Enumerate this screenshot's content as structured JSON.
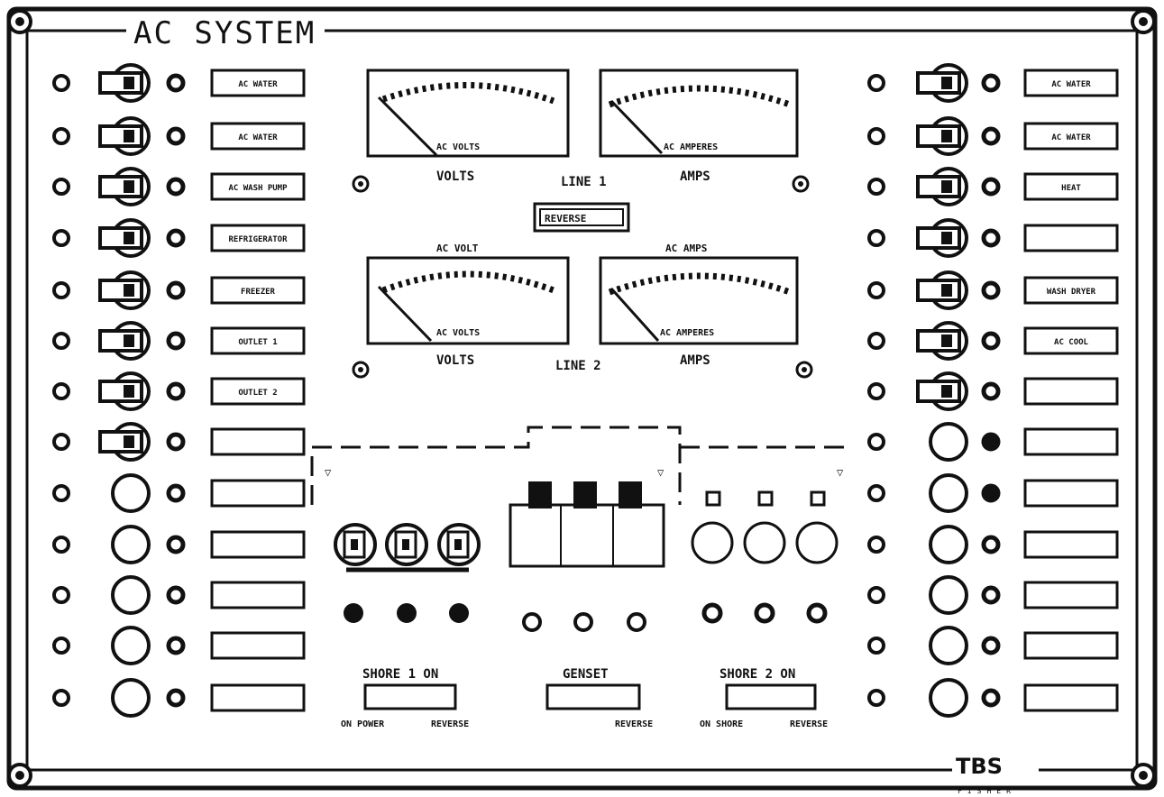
{
  "panel": {
    "title": "AC SYSTEM",
    "brand": "TBS",
    "brand_sub": "FISHER"
  },
  "meters": {
    "line1": {
      "label": "LINE 1",
      "volts": {
        "caption": "VOLTS",
        "face_text": "AC VOLTS"
      },
      "amps": {
        "caption": "AMPS",
        "face_text": "AC AMPERES"
      }
    },
    "line2": {
      "label": "LINE 2",
      "volts": {
        "caption": "VOLTS",
        "face_text": "AC VOLTS",
        "top_text": "AC VOLT"
      },
      "amps": {
        "caption": "AMPS",
        "face_text": "AC AMPERES",
        "top_text": "AC AMPS"
      }
    },
    "meter_select_label": "REVERSE"
  },
  "breakers_left": [
    {
      "label": "AC WATER"
    },
    {
      "label": "AC WATER"
    },
    {
      "label": "AC WASH PUMP"
    },
    {
      "label": "REFRIGERATOR"
    },
    {
      "label": "FREEZER"
    },
    {
      "label": "OUTLET 1"
    },
    {
      "label": "OUTLET 2"
    },
    {
      "label": ""
    },
    {
      "label": ""
    },
    {
      "label": ""
    },
    {
      "label": ""
    },
    {
      "label": ""
    },
    {
      "label": ""
    }
  ],
  "breakers_right": [
    {
      "label": "AC WATER"
    },
    {
      "label": "AC WATER"
    },
    {
      "label": "HEAT"
    },
    {
      "label": ""
    },
    {
      "label": "WASH DRYER"
    },
    {
      "label": "AC COOL"
    },
    {
      "label": ""
    },
    {
      "label": ""
    },
    {
      "label": ""
    },
    {
      "label": ""
    },
    {
      "label": ""
    },
    {
      "label": ""
    },
    {
      "label": ""
    }
  ],
  "sources": {
    "shore1": {
      "title": "SHORE 1 ON",
      "left_note": "ON POWER",
      "right_note": "REVERSE"
    },
    "generator": {
      "title": "GENSET",
      "right_note": "REVERSE"
    },
    "shore2": {
      "title": "SHORE 2 ON",
      "left_note": "ON SHORE",
      "right_note": "REVERSE"
    }
  }
}
